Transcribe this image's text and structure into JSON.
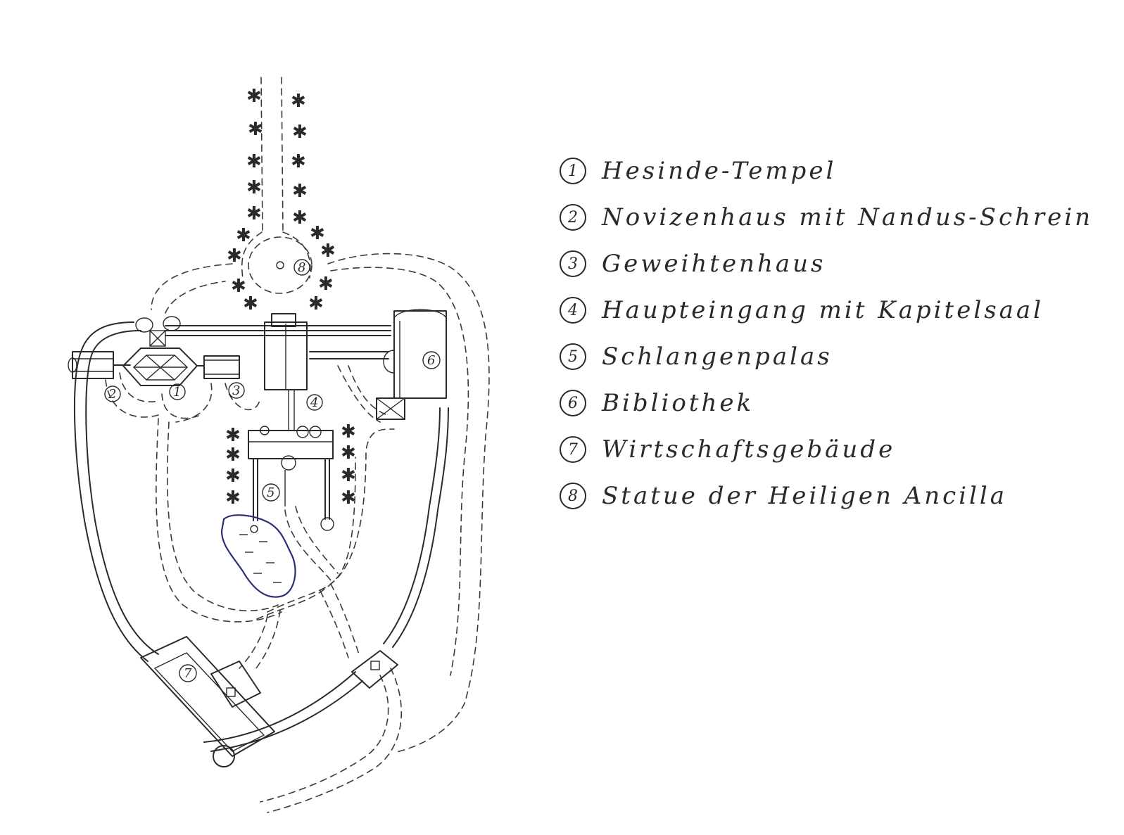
{
  "legend": [
    {
      "num": "1",
      "label": "Hesinde-Tempel"
    },
    {
      "num": "2",
      "label": "Novizenhaus mit Nandus-Schrein"
    },
    {
      "num": "3",
      "label": "Geweihtenhaus"
    },
    {
      "num": "4",
      "label": "Haupteingang mit Kapitelsaal"
    },
    {
      "num": "5",
      "label": "Schlangenpalas"
    },
    {
      "num": "6",
      "label": "Bibliothek"
    },
    {
      "num": "7",
      "label": "Wirtschaftsgebäude"
    },
    {
      "num": "8",
      "label": "Statue der Heiligen Ancilla"
    }
  ],
  "map_markers": {
    "m1": "1",
    "m2": "2",
    "m3": "3",
    "m4": "4",
    "m5": "5",
    "m6": "6",
    "m7": "7",
    "m8": "8"
  },
  "icons": {
    "tree": "asterisk-tree",
    "pond": "water-pond"
  },
  "colors": {
    "ink": "#2a2a2a",
    "pond_outline": "#2b2f7a",
    "paper": "#ffffff"
  }
}
